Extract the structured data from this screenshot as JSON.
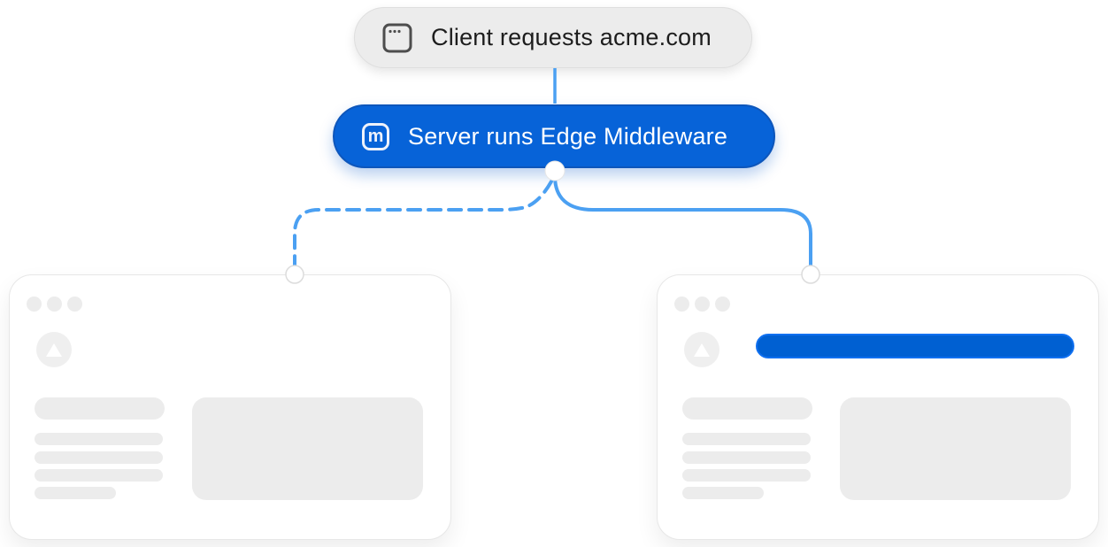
{
  "page": {
    "background": "#ffffff"
  },
  "diagram": {
    "client_node": {
      "label": "Client requests acme.com",
      "icon": "browser-window-icon",
      "bg": "#ececec",
      "text_color": "#1d1d1d"
    },
    "middleware_node": {
      "label": "Server runs Edge Middleware",
      "icon": "middleware-m-icon",
      "icon_glyph": "m",
      "bg": "#0763d8",
      "border_color": "#0d56bb",
      "text_color": "#ffffff"
    },
    "edges": {
      "color": "#4ba0f2",
      "client_to_middleware": {
        "style": "solid"
      },
      "middleware_to_left_window": {
        "style": "dashed"
      },
      "middleware_to_right_window": {
        "style": "solid"
      }
    },
    "connector_dot_color": "#ffffff"
  },
  "windows": {
    "left": {
      "kind": "browser-mockup-skeleton",
      "has_blue_banner": false
    },
    "right": {
      "kind": "browser-mockup-skeleton",
      "has_blue_banner": true,
      "banner_color": "#0060d2"
    },
    "logo_icon": "vercel-triangle-logo",
    "skeleton_color": "#ececec"
  }
}
